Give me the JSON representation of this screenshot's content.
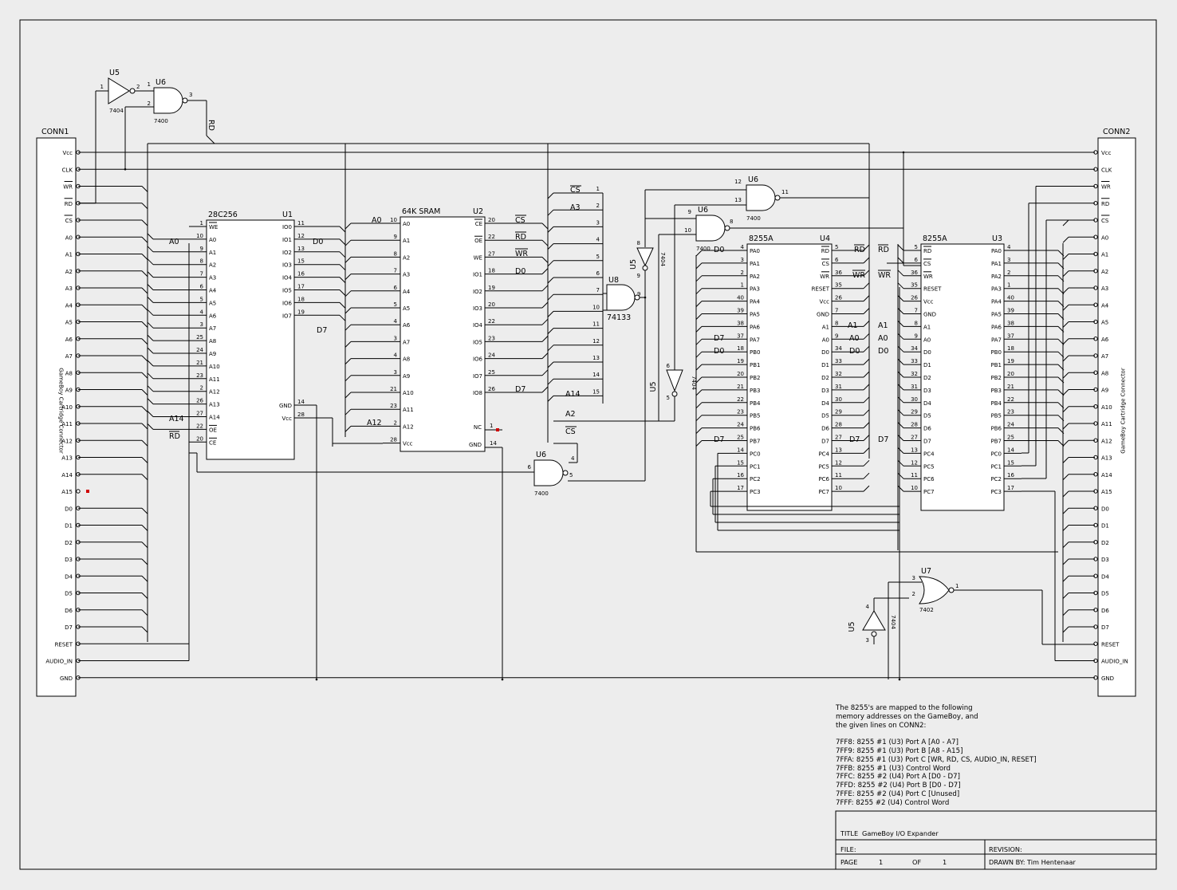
{
  "title_block": {
    "title_label": "TITLE",
    "title": "GameBoy I/O Expander",
    "file_label": "FILE:",
    "file": "",
    "revision_label": "REVISION:",
    "revision": "",
    "page_label": "PAGE",
    "page": "1",
    "of_label": "OF",
    "of": "1",
    "drawn_by_label": "DRAWN BY:",
    "drawn_by": "Tim Hentenaar"
  },
  "notes": {
    "intro": [
      "The 8255's are mapped to the following",
      "memory addresses on the GameBoy, and",
      "the given lines on CONN2:"
    ],
    "mappings": [
      "7FF8: 8255 #1 (U3) Port A [A0 - A7]",
      "7FF9: 8255 #1 (U3) Port B [A8 - A15]",
      "7FFA: 8255 #1 (U3) Port C [WR, RD, CS, AUDIO_IN, RESET]",
      "7FFB: 8255 #1 (U3) Control Word",
      "7FFC: 8255 #2 (U4) Port A [D0 - D7]",
      "7FFD: 8255 #2 (U4) Port B [D0 - D7]",
      "7FFE: 8255 #2 (U4) Port C [Unused]",
      "7FFF: 8255 #2 (U4) Control Word"
    ]
  },
  "connectors": {
    "conn1_name": "CONN1",
    "conn2_name": "CONN2",
    "connector_caption": "GameBoy Cartridge Connector",
    "pins": [
      "Vcc",
      "CLK",
      "WR",
      "RD",
      "CS",
      "A0",
      "A1",
      "A2",
      "A3",
      "A4",
      "A5",
      "A6",
      "A7",
      "A8",
      "A9",
      "A10",
      "A11",
      "A12",
      "A13",
      "A14",
      "A15",
      "D0",
      "D1",
      "D2",
      "D3",
      "D4",
      "D5",
      "D6",
      "D7",
      "RESET",
      "AUDIO_IN",
      "GND"
    ]
  },
  "u1": {
    "ref": "U1",
    "part": "28C256",
    "left_pins": [
      [
        "1",
        "WE"
      ],
      [
        "10",
        "A0"
      ],
      [
        "9",
        "A1"
      ],
      [
        "8",
        "A2"
      ],
      [
        "7",
        "A3"
      ],
      [
        "6",
        "A4"
      ],
      [
        "5",
        "A5"
      ],
      [
        "4",
        "A6"
      ],
      [
        "3",
        "A7"
      ],
      [
        "25",
        "A8"
      ],
      [
        "24",
        "A9"
      ],
      [
        "21",
        "A10"
      ],
      [
        "23",
        "A11"
      ],
      [
        "2",
        "A12"
      ],
      [
        "26",
        "A13"
      ],
      [
        "27",
        "A14"
      ],
      [
        "22",
        "OE"
      ],
      [
        "20",
        "CE"
      ]
    ],
    "right_pins": [
      [
        "11",
        "IO0"
      ],
      [
        "12",
        "IO1"
      ],
      [
        "13",
        "IO2"
      ],
      [
        "15",
        "IO3"
      ],
      [
        "16",
        "IO4"
      ],
      [
        "17",
        "IO5"
      ],
      [
        "18",
        "IO6"
      ],
      [
        "19",
        "IO7"
      ],
      [
        "14",
        "GND"
      ],
      [
        "28",
        "Vcc"
      ]
    ]
  },
  "u2": {
    "ref": "U2",
    "part": "64K SRAM",
    "left_pins": [
      [
        "10",
        "A0"
      ],
      [
        "9",
        "A1"
      ],
      [
        "8",
        "A2"
      ],
      [
        "7",
        "A3"
      ],
      [
        "6",
        "A4"
      ],
      [
        "5",
        "A5"
      ],
      [
        "4",
        "A6"
      ],
      [
        "3",
        "A7"
      ],
      [
        "4",
        "A8"
      ],
      [
        "3",
        "A9"
      ],
      [
        "21",
        "A10"
      ],
      [
        "23",
        "A11"
      ],
      [
        "2",
        "A12"
      ],
      [
        "28",
        "Vcc"
      ]
    ],
    "right_pins": [
      [
        "20",
        "CE"
      ],
      [
        "22",
        "OE"
      ],
      [
        "27",
        "WE"
      ],
      [
        "18",
        "IO1"
      ],
      [
        "19",
        "IO2"
      ],
      [
        "20",
        "IO3"
      ],
      [
        "22",
        "IO4"
      ],
      [
        "23",
        "IO5"
      ],
      [
        "24",
        "IO6"
      ],
      [
        "25",
        "IO7"
      ],
      [
        "26",
        "IO8"
      ],
      [
        "1",
        "NC"
      ],
      [
        "14",
        "GND"
      ]
    ]
  },
  "u3": {
    "ref": "U3",
    "part": "8255A",
    "left_pins": [
      [
        "5",
        "RD"
      ],
      [
        "6",
        "CS"
      ],
      [
        "36",
        "WR"
      ],
      [
        "35",
        "RESET"
      ],
      [
        "26",
        "Vcc"
      ],
      [
        "7",
        "GND"
      ],
      [
        "8",
        "A1"
      ],
      [
        "9",
        "A0"
      ],
      [
        "34",
        "D0"
      ],
      [
        "33",
        "D1"
      ],
      [
        "32",
        "D2"
      ],
      [
        "31",
        "D3"
      ],
      [
        "30",
        "D4"
      ],
      [
        "29",
        "D5"
      ],
      [
        "28",
        "D6"
      ],
      [
        "27",
        "D7"
      ],
      [
        "13",
        "PC4"
      ],
      [
        "12",
        "PC5"
      ],
      [
        "11",
        "PC6"
      ],
      [
        "10",
        "PC7"
      ]
    ],
    "right_pins": [
      [
        "4",
        "PA0"
      ],
      [
        "3",
        "PA1"
      ],
      [
        "2",
        "PA2"
      ],
      [
        "1",
        "PA3"
      ],
      [
        "40",
        "PA4"
      ],
      [
        "39",
        "PA5"
      ],
      [
        "38",
        "PA6"
      ],
      [
        "37",
        "PA7"
      ],
      [
        "18",
        "PB0"
      ],
      [
        "19",
        "PB1"
      ],
      [
        "20",
        "PB2"
      ],
      [
        "21",
        "PB3"
      ],
      [
        "22",
        "PB4"
      ],
      [
        "23",
        "PB5"
      ],
      [
        "24",
        "PB6"
      ],
      [
        "25",
        "PB7"
      ],
      [
        "14",
        "PC0"
      ],
      [
        "15",
        "PC1"
      ],
      [
        "16",
        "PC2"
      ],
      [
        "17",
        "PC3"
      ]
    ]
  },
  "u4": {
    "ref": "U4",
    "part": "8255A",
    "left_pins": [
      [
        "4",
        "PA0"
      ],
      [
        "3",
        "PA1"
      ],
      [
        "2",
        "PA2"
      ],
      [
        "1",
        "PA3"
      ],
      [
        "40",
        "PA4"
      ],
      [
        "39",
        "PA5"
      ],
      [
        "38",
        "PA6"
      ],
      [
        "37",
        "PA7"
      ],
      [
        "18",
        "PB0"
      ],
      [
        "19",
        "PB1"
      ],
      [
        "20",
        "PB2"
      ],
      [
        "21",
        "PB3"
      ],
      [
        "22",
        "PB4"
      ],
      [
        "23",
        "PB5"
      ],
      [
        "24",
        "PB6"
      ],
      [
        "25",
        "PB7"
      ],
      [
        "14",
        "PC0"
      ],
      [
        "15",
        "PC1"
      ],
      [
        "16",
        "PC2"
      ],
      [
        "17",
        "PC3"
      ]
    ],
    "right_pins": [
      [
        "5",
        "RD"
      ],
      [
        "6",
        "CS"
      ],
      [
        "36",
        "WR"
      ],
      [
        "35",
        "RESET"
      ],
      [
        "26",
        "Vcc"
      ],
      [
        "7",
        "GND"
      ],
      [
        "8",
        "A1"
      ],
      [
        "9",
        "A0"
      ],
      [
        "34",
        "D0"
      ],
      [
        "33",
        "D1"
      ],
      [
        "32",
        "D2"
      ],
      [
        "31",
        "D3"
      ],
      [
        "30",
        "D4"
      ],
      [
        "29",
        "D5"
      ],
      [
        "28",
        "D6"
      ],
      [
        "27",
        "D7"
      ],
      [
        "13",
        "PC4"
      ],
      [
        "12",
        "PC5"
      ],
      [
        "11",
        "PC6"
      ],
      [
        "10",
        "PC7"
      ]
    ]
  },
  "u8": {
    "ref": "U8",
    "part": "74133",
    "inputs": [
      "1",
      "2",
      "3",
      "4",
      "5",
      "6",
      "7",
      "10",
      "11",
      "12",
      "13",
      "14",
      "15"
    ],
    "output": "9"
  },
  "gates": {
    "u5a": {
      "ref": "U5",
      "part": "7404",
      "in": "1",
      "out": "2"
    },
    "u6a": {
      "ref": "U6",
      "part": "7400",
      "in1": "1",
      "in2": "2",
      "out": "3"
    },
    "u5b": {
      "ref": "U5",
      "part": "7404",
      "in": "9",
      "out": "8"
    },
    "u5c": {
      "ref": "U5",
      "part": "7404",
      "in": "5",
      "out": "6"
    },
    "u5d": {
      "ref": "U5",
      "part": "7404",
      "in": "3",
      "out": "4"
    },
    "u6b": {
      "ref": "U6",
      "part": "7400",
      "in1": "12",
      "in2": "13",
      "out": "11"
    },
    "u6c": {
      "ref": "U6",
      "part": "7400",
      "in1": "9",
      "in2": "10",
      "out": "8"
    },
    "u6d": {
      "ref": "U6",
      "part": "7400",
      "in1": "4",
      "in2": "6",
      "out": "5"
    },
    "u7": {
      "ref": "U7",
      "part": "7402",
      "in1": "3",
      "in2": "2",
      "out": "1"
    }
  },
  "net_labels": {
    "rd": "RD",
    "a0": "A0",
    "a14": "A14",
    "a12": "A12",
    "a3": "A3",
    "a2": "A2",
    "a1": "A1",
    "cs": "CS",
    "wr": "WR",
    "d0": "D0",
    "d7": "D7"
  }
}
